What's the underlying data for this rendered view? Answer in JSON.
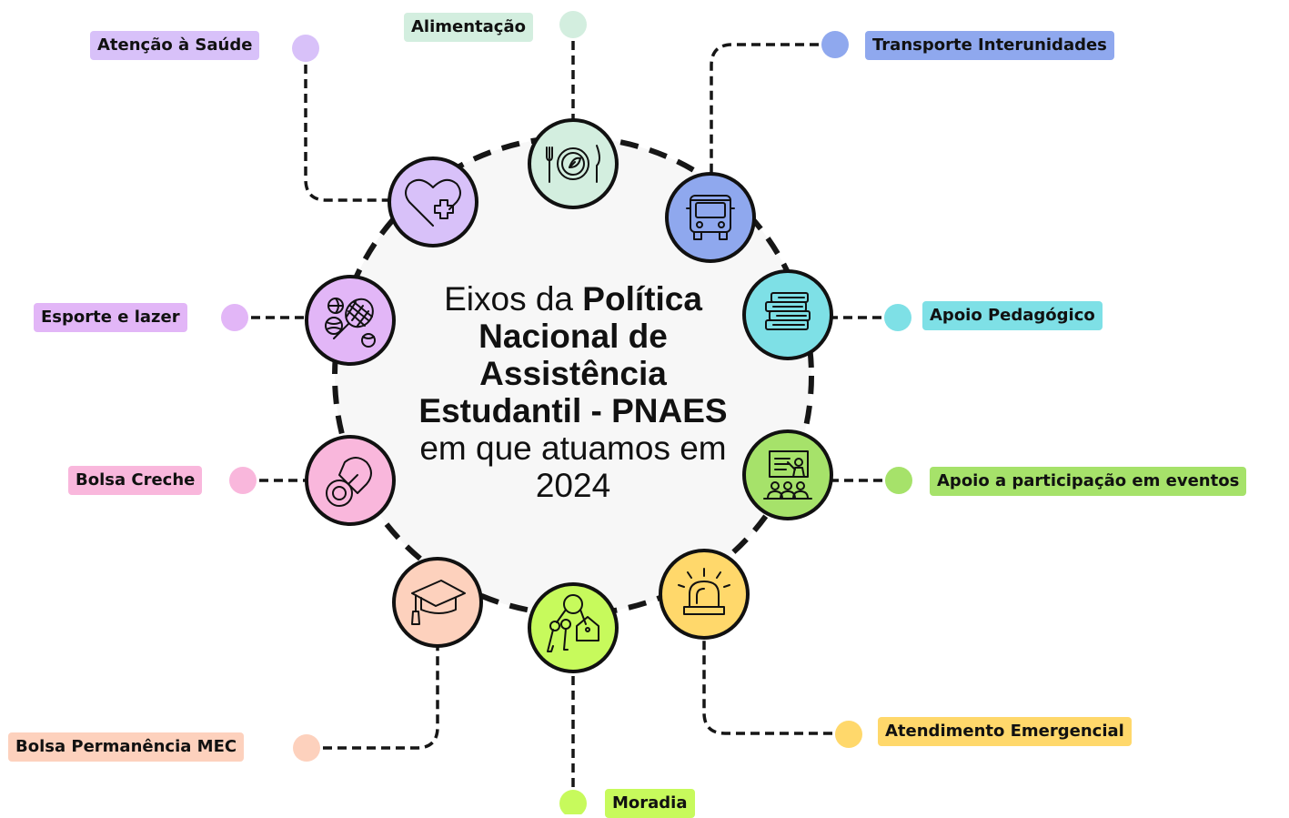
{
  "title": {
    "line1_light": "Eixos da ",
    "line1_bold": "Política",
    "line2_bold": "Nacional de",
    "line3_bold": "Assistência",
    "line4_bold": "Estudantil - PNAES",
    "line5_light": "em que atuamos em",
    "line6_light": "2024"
  },
  "axes": [
    {
      "id": "alimentacao",
      "label": "Alimentação",
      "color": "#d3eedf",
      "icon": "plate-cutlery-icon"
    },
    {
      "id": "transporte",
      "label": "Transporte Interunidades",
      "color": "#8fa8ee",
      "icon": "bus-icon"
    },
    {
      "id": "apoio-pedagogico",
      "label": "Apoio Pedagógico",
      "color": "#7ee0e6",
      "icon": "books-icon"
    },
    {
      "id": "eventos",
      "label": "Apoio a participação em eventos",
      "color": "#a6e26a",
      "icon": "presentation-icon"
    },
    {
      "id": "emergencial",
      "label": "Atendimento Emergencial",
      "color": "#ffd86b",
      "icon": "siren-icon"
    },
    {
      "id": "moradia",
      "label": "Moradia",
      "color": "#c7fa5c",
      "icon": "house-keys-icon"
    },
    {
      "id": "bolsa-permanencia",
      "label": "Bolsa Permanência MEC",
      "color": "#fdd1bd",
      "icon": "graduation-cap-icon"
    },
    {
      "id": "bolsa-creche",
      "label": "Bolsa Creche",
      "color": "#f9b7dc",
      "icon": "pacifier-icon"
    },
    {
      "id": "esporte",
      "label": "Esporte e lazer",
      "color": "#e2b6f7",
      "icon": "sports-balls-icon"
    },
    {
      "id": "saude",
      "label": "Atenção à Saúde",
      "color": "#d8c1f9",
      "icon": "heart-plus-icon"
    }
  ]
}
